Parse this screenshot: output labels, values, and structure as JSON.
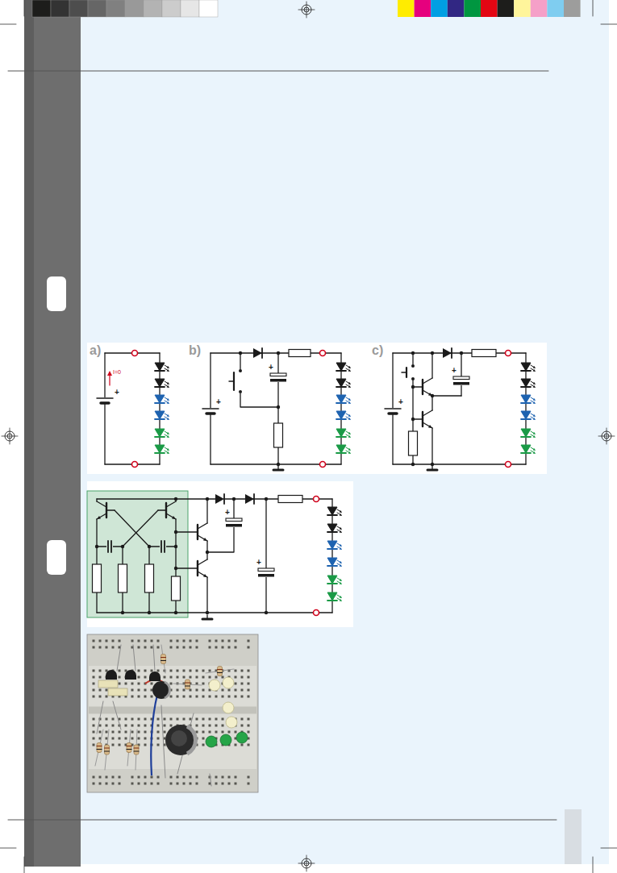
{
  "diagram": {
    "labels": [
      "a)",
      "I=0",
      "+",
      "b)",
      "+",
      "+",
      "c)",
      "+",
      "+",
      "+",
      "+"
    ]
  }
}
